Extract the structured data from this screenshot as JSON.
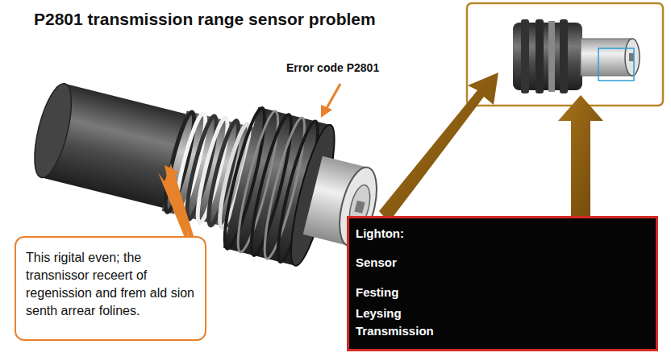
{
  "diagram": {
    "title": "P2801 transmission range sensor problem",
    "nodes": [
      {
        "text": [
          "This rigital even; the transnissor receert of regenission and frem ald sion senth arrear folines."
        ]
      },
      {
        "text": [
          "Lighton:",
          "Sensor",
          "Festing",
          "Leysing Transmission"
        ]
      }
    ],
    "labels": [
      "Error code P2801"
    ]
  }
}
